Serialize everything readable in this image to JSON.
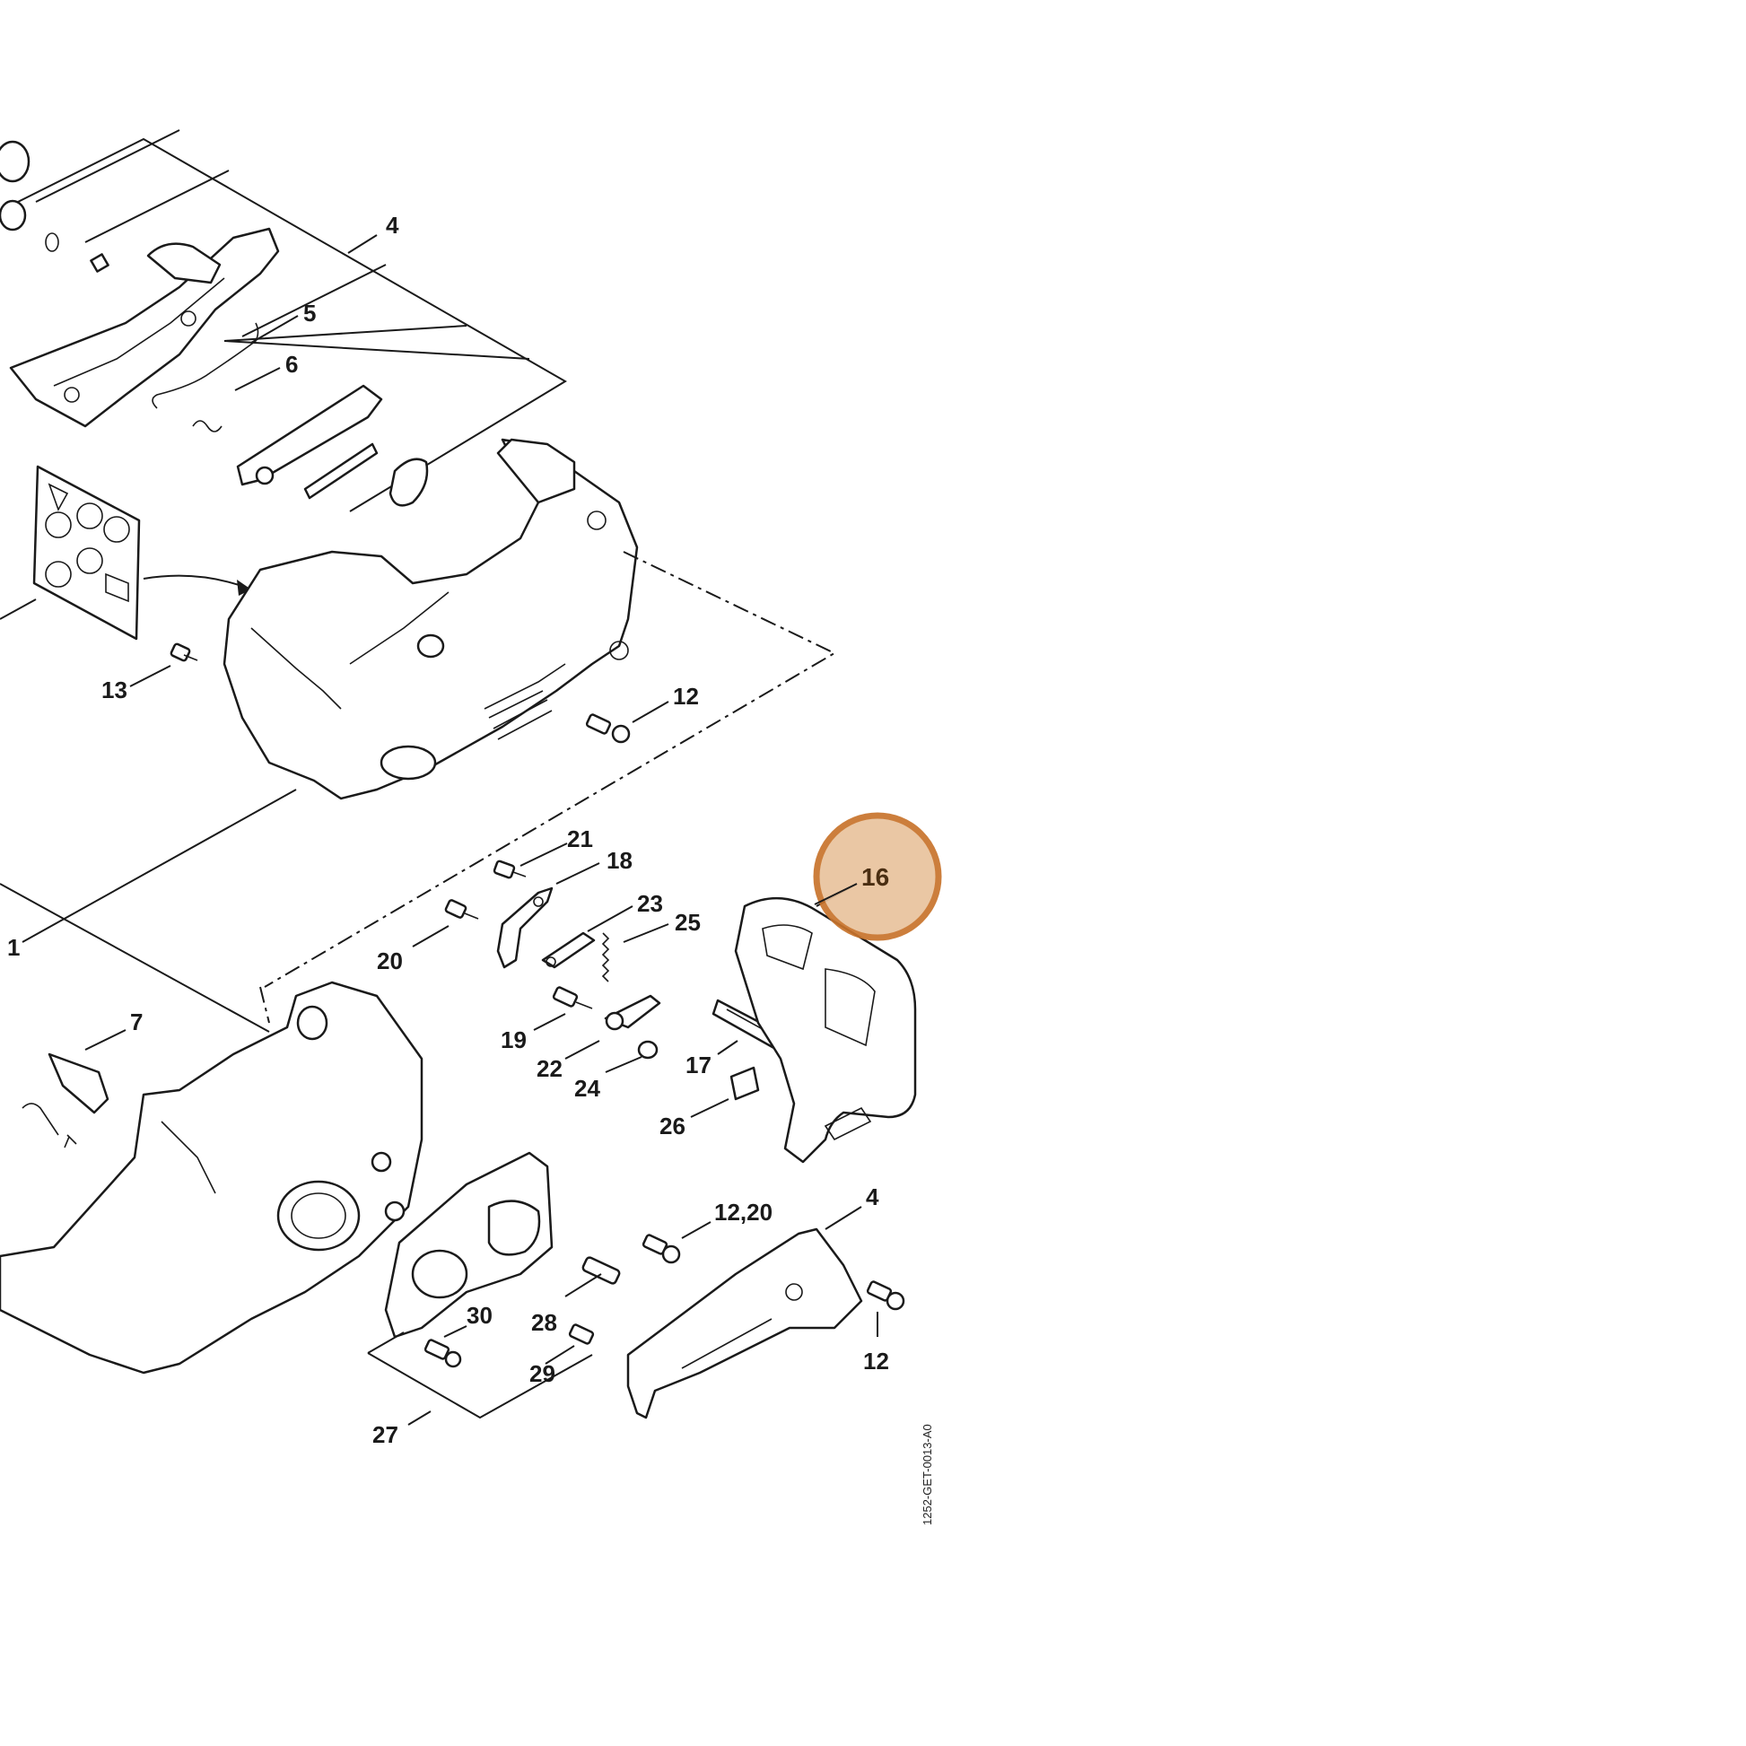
{
  "diagram": {
    "reference_code": "1252-GET-0013-A0",
    "highlight_color": "#e9c39d",
    "highlight_border": "#c8742c",
    "highlighted_callout": "16",
    "callouts": [
      {
        "id": "c4a",
        "label": "4"
      },
      {
        "id": "c5",
        "label": "5"
      },
      {
        "id": "c6",
        "label": "6"
      },
      {
        "id": "c13",
        "label": "13"
      },
      {
        "id": "c12a",
        "label": "12"
      },
      {
        "id": "c21",
        "label": "21"
      },
      {
        "id": "c18",
        "label": "18"
      },
      {
        "id": "c23",
        "label": "23"
      },
      {
        "id": "c25",
        "label": "25"
      },
      {
        "id": "c20",
        "label": "20"
      },
      {
        "id": "c1",
        "label": "1"
      },
      {
        "id": "c7",
        "label": "7"
      },
      {
        "id": "c19",
        "label": "19"
      },
      {
        "id": "c22",
        "label": "22"
      },
      {
        "id": "c24",
        "label": "24"
      },
      {
        "id": "c17",
        "label": "17"
      },
      {
        "id": "c26",
        "label": "26"
      },
      {
        "id": "c16",
        "label": "16"
      },
      {
        "id": "c1220",
        "label": "12,20"
      },
      {
        "id": "c4b",
        "label": "4"
      },
      {
        "id": "c12b",
        "label": "12"
      },
      {
        "id": "c30",
        "label": "30"
      },
      {
        "id": "c28",
        "label": "28"
      },
      {
        "id": "c29",
        "label": "29"
      },
      {
        "id": "c27",
        "label": "27"
      }
    ]
  }
}
